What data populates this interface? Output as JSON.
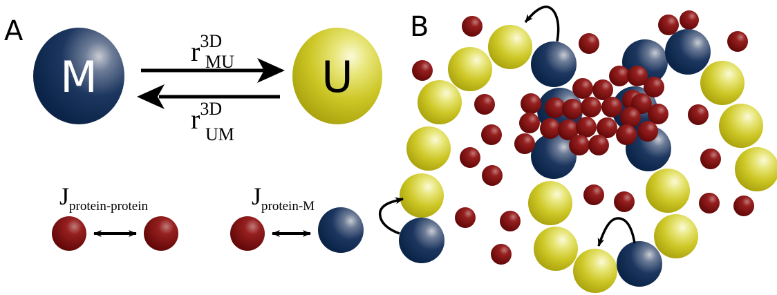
{
  "panel_a": {
    "label": "A",
    "state_m": "M",
    "state_u": "U",
    "rate_mu": {
      "base": "r",
      "sup": "3D",
      "sub": "MU"
    },
    "rate_um": {
      "base": "r",
      "sup": "3D",
      "sub": "UM"
    },
    "j_pp": {
      "base": "J",
      "sub": "protein-protein"
    },
    "j_pm": {
      "base": "J",
      "sub": "protein-M"
    }
  },
  "panel_b": {
    "label": "B"
  },
  "colors": {
    "m_particle": "#0e2a52",
    "u_particle": "#c8c31a",
    "protein_particle": "#7a0b0b",
    "arrow": "#000000",
    "background": "#ffffff"
  }
}
